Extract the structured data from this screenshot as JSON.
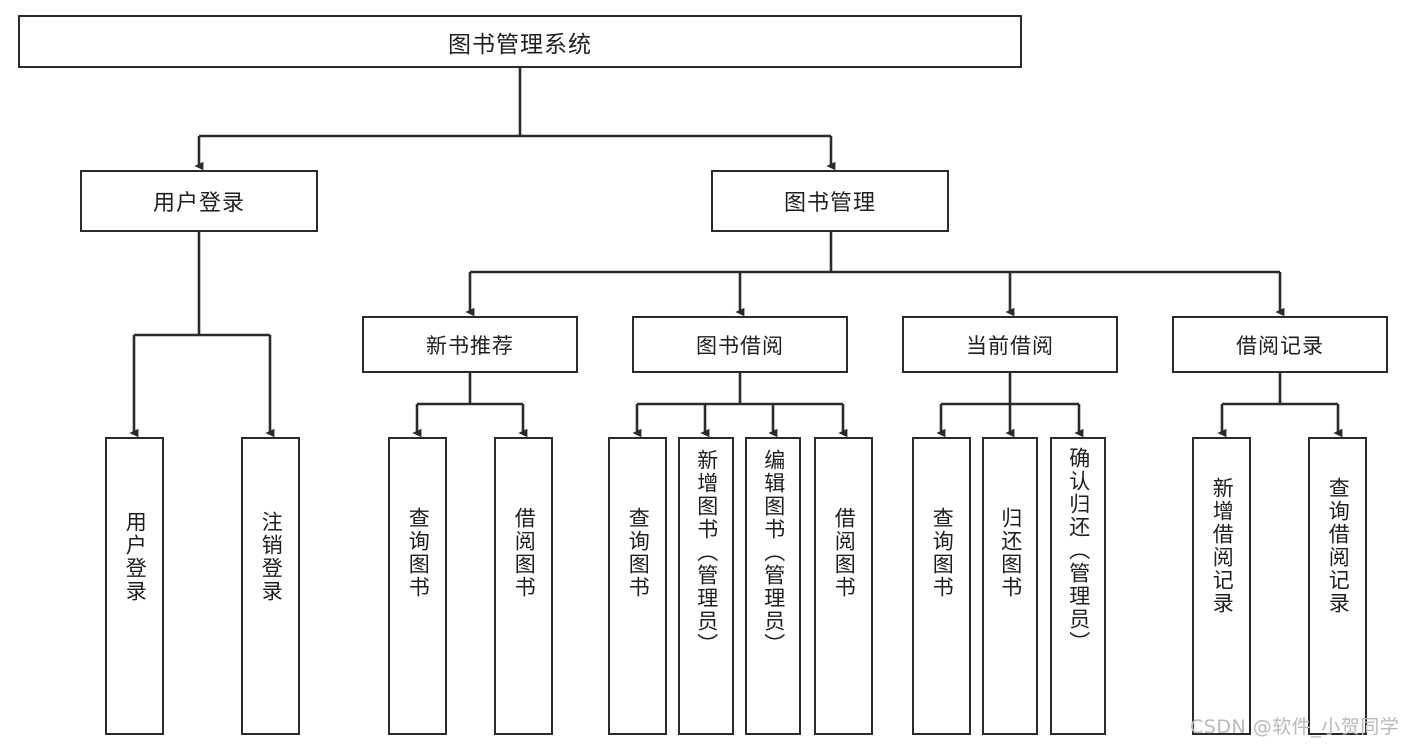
{
  "diagram": {
    "type": "tree",
    "title": "图书管理系统",
    "root": {
      "label": "图书管理系统"
    },
    "level2": [
      {
        "label": "用户登录"
      },
      {
        "label": "图书管理"
      }
    ],
    "level3": [
      {
        "label": "新书推荐"
      },
      {
        "label": "图书借阅"
      },
      {
        "label": "当前借阅"
      },
      {
        "label": "借阅记录"
      }
    ],
    "leaves": {
      "user_login": [
        {
          "label": "用户登录"
        },
        {
          "label": "注销登录"
        }
      ],
      "new_book_recommend": [
        {
          "label": "查询图书"
        },
        {
          "label": "借阅图书"
        }
      ],
      "book_borrow": [
        {
          "label": "查询图书"
        },
        {
          "label": "新增图书（管理员）"
        },
        {
          "label": "编辑图书（管理员）"
        },
        {
          "label": "借阅图书"
        }
      ],
      "current_borrow": [
        {
          "label": "查询图书"
        },
        {
          "label": "归还图书"
        },
        {
          "label": "确认归还（管理员）"
        }
      ],
      "borrow_record": [
        {
          "label": "新增借阅记录"
        },
        {
          "label": "查询借阅记录"
        }
      ]
    }
  },
  "watermark": {
    "text": "CSDN @软件_小贺同学"
  },
  "colors": {
    "border": "#2b2b2b",
    "text": "#1f1f1f",
    "background": "#ffffff",
    "watermark": "#b9b9b9"
  }
}
